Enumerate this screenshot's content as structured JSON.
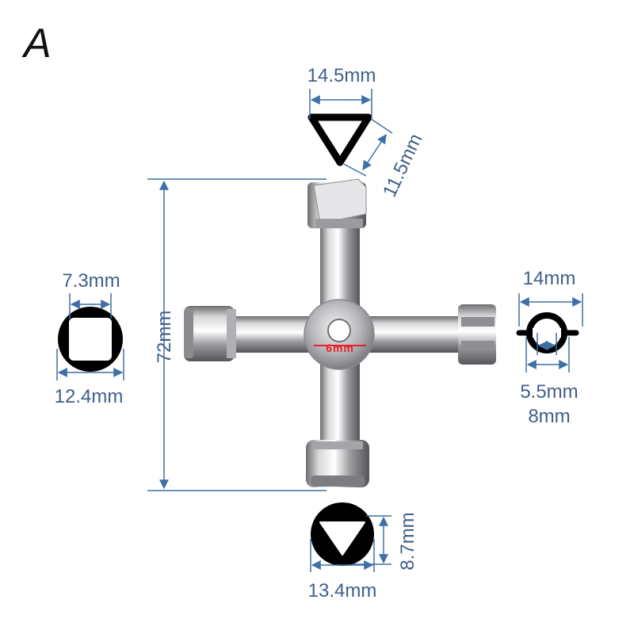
{
  "panel_label": "A",
  "dimensions": {
    "top_triangle_width": "14.5mm",
    "top_triangle_side": "11.5mm",
    "left_square_inner": "7.3mm",
    "left_square_outer": "12.4mm",
    "right_round_outer": "14mm",
    "right_round_inner": "5.5mm",
    "right_round_pin": "8mm",
    "bottom_triangle_height": "8.7mm",
    "bottom_triangle_width": "13.4mm",
    "total_length": "72mm",
    "center_hole": "6mm"
  },
  "colors": {
    "dimension_lines": "#3f6fa6",
    "dimension_text": "#3f5f8a",
    "center_label": "#e8202a",
    "profile_fill": "#000000"
  }
}
